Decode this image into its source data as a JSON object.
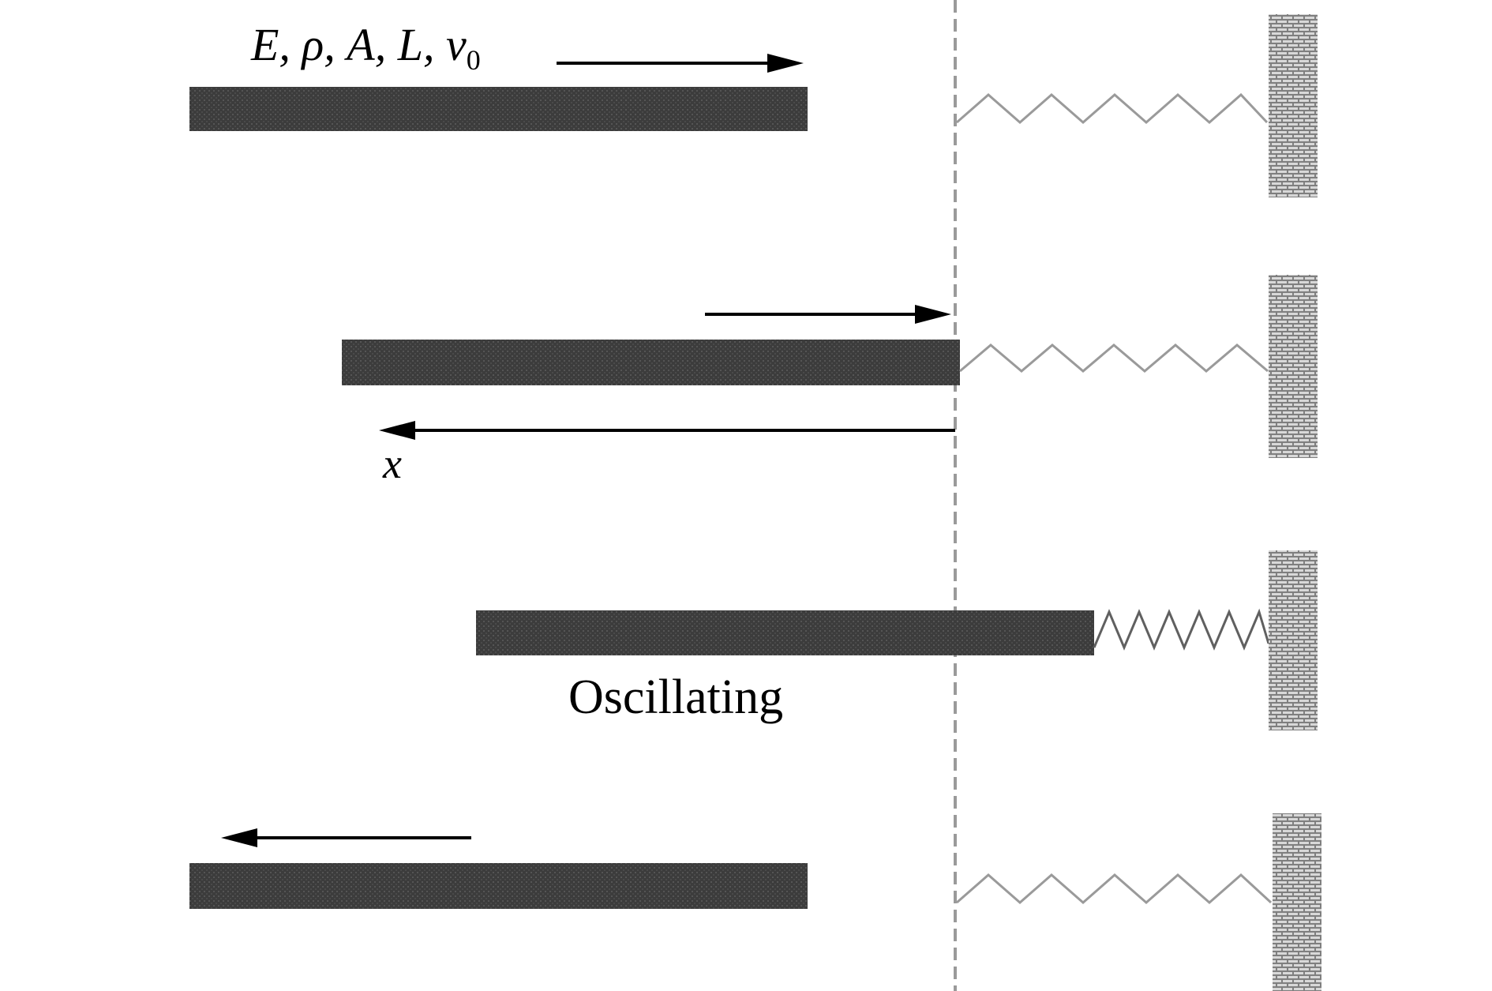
{
  "labels": {
    "params_main": "E, ρ, A, L, v",
    "params_subscript": "0",
    "x_axis": "x",
    "oscillating": "Oscillating"
  },
  "colors": {
    "rod": "#3f3f3f",
    "wall": "#7a7a7a",
    "spring": "#9a9a9a",
    "reference_line": "#9a9a9a",
    "arrow": "#000000"
  },
  "stages": [
    {
      "name": "approach",
      "arrow": "right"
    },
    {
      "name": "contact",
      "arrow": "right",
      "axis_arrow": "left"
    },
    {
      "name": "compression",
      "caption": "Oscillating"
    },
    {
      "name": "rebound",
      "arrow": "left"
    }
  ]
}
